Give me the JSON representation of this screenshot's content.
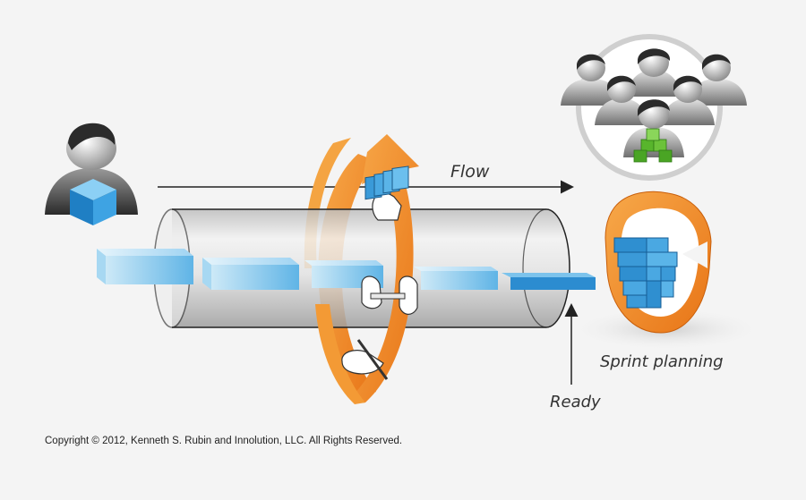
{
  "labels": {
    "flow": "Flow",
    "sprint_planning": "Sprint planning",
    "ready": "Ready"
  },
  "copyright": "Copyright © 2012, Kenneth S. Rubin and Innolution, LLC. All Rights Reserved.",
  "colors": {
    "background": "#f4f4f4",
    "arrow_orange": "#f28c28",
    "cube_blue": "#2f8fd0",
    "team_green": "#6cc23a",
    "pipe_gray": "#d6d6d6"
  },
  "icons": {
    "product_owner": "person-with-blue-cube-icon",
    "team": "team-group-icon",
    "cycle_arrow": "circular-arrow-icon",
    "sprint_backlog": "sprint-backlog-icon"
  }
}
